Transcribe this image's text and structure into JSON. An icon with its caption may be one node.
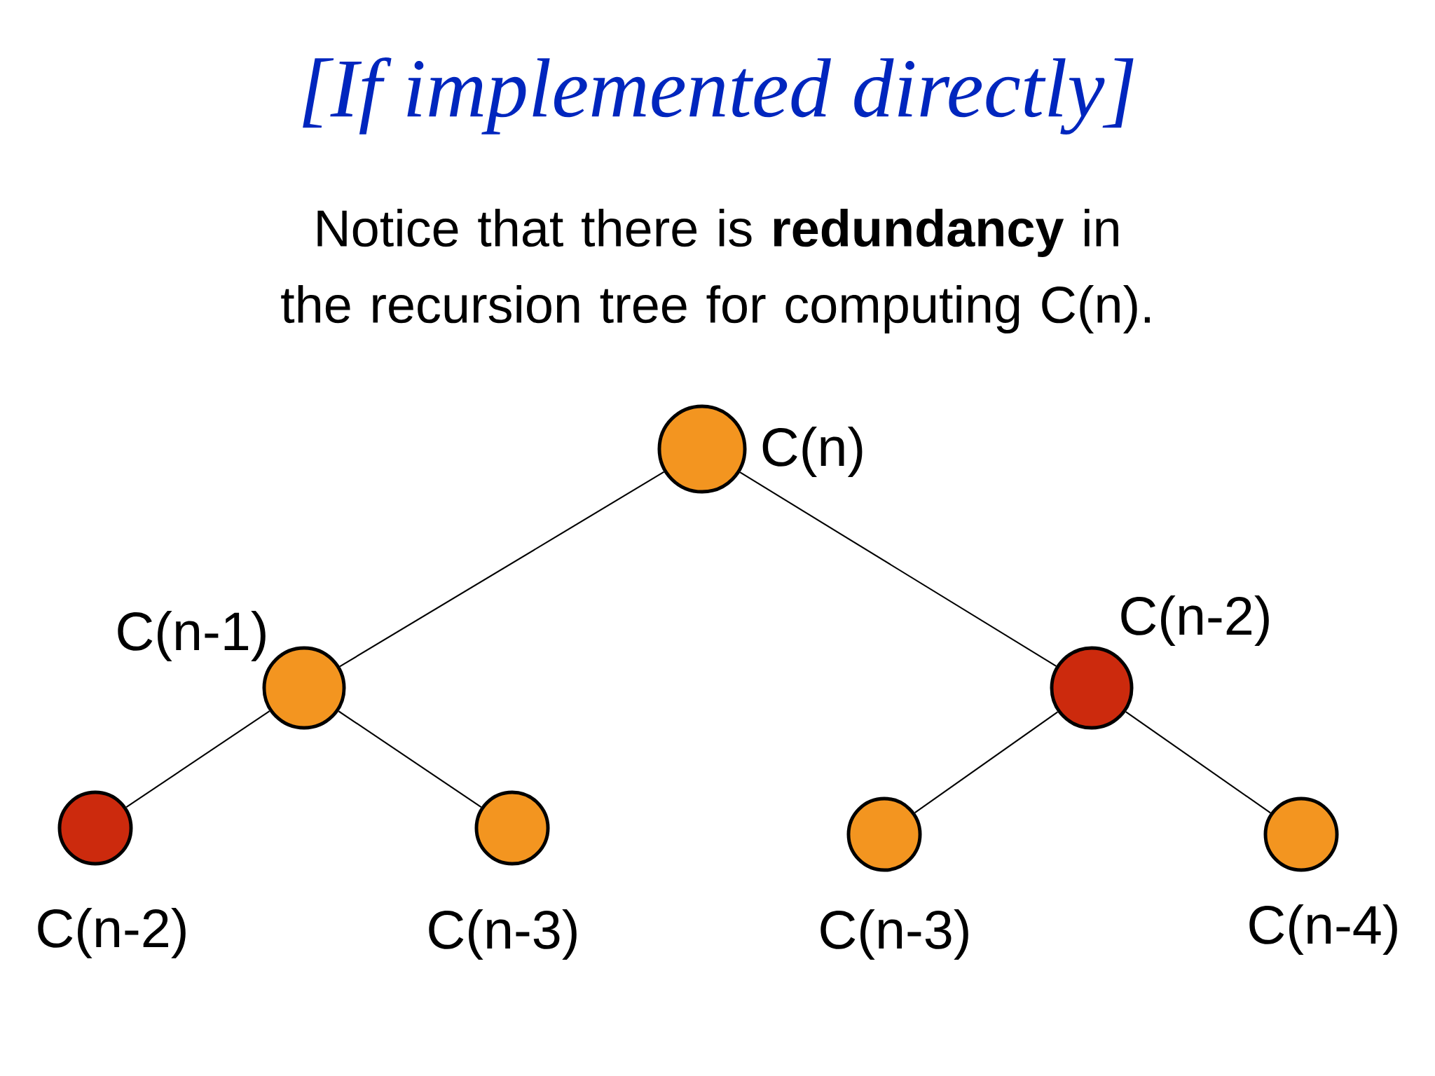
{
  "diagram": {
    "title": "[If implemented directly]",
    "nodes": [
      {
        "text": [
          "C(n)"
        ]
      },
      {
        "text": [
          "C(n-1)"
        ]
      },
      {
        "text": [
          "C(n-2)"
        ]
      },
      {
        "text": [
          "C(n-2)"
        ]
      },
      {
        "text": [
          "C(n-3)"
        ]
      },
      {
        "text": [
          "C(n-3)"
        ]
      },
      {
        "text": [
          "C(n-4)"
        ]
      }
    ],
    "edges": [
      {
        "from": 0,
        "to": 1,
        "arrow": "none"
      },
      {
        "from": 0,
        "to": 2,
        "arrow": "none"
      },
      {
        "from": 1,
        "to": 3,
        "arrow": "none"
      },
      {
        "from": 1,
        "to": 4,
        "arrow": "none"
      },
      {
        "from": 2,
        "to": 5,
        "arrow": "none"
      },
      {
        "from": 2,
        "to": 6,
        "arrow": "none"
      }
    ],
    "labels": [
      "Notice that there is **redundancy** in the recursion tree for computing C(n)."
    ]
  }
}
